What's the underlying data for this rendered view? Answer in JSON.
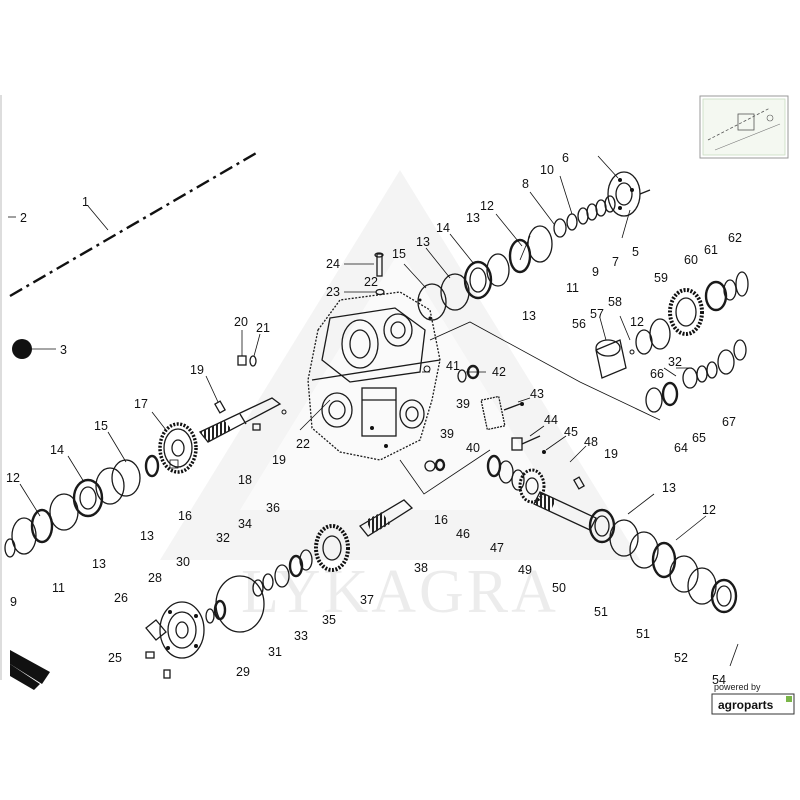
{
  "watermark": {
    "text": "LYKAGRA"
  },
  "badge": {
    "powered_by": "powered by",
    "brand": "agroparts"
  },
  "labels": {
    "l1": "1",
    "l2": "2",
    "l3": "3",
    "l5": "5",
    "l6": "6",
    "l7": "7",
    "l8": "8",
    "l9a": "9",
    "l9b": "9",
    "l10": "10",
    "l11a": "11",
    "l11b": "11",
    "l12a": "12",
    "l12b": "12",
    "l12c": "12",
    "l12d": "12",
    "l13a": "13",
    "l13b": "13",
    "l13c": "13",
    "l13d": "13",
    "l13e": "13",
    "l13f": "13",
    "l14a": "14",
    "l14b": "14",
    "l15a": "15",
    "l15b": "15",
    "l16a": "16",
    "l16b": "16",
    "l17": "17",
    "l18": "18",
    "l19a": "19",
    "l19b": "19",
    "l19c": "19",
    "l20": "20",
    "l21": "21",
    "l22a": "22",
    "l22b": "22",
    "l23": "23",
    "l24": "24",
    "l25": "25",
    "l26": "26",
    "l28": "28",
    "l29": "29",
    "l30": "30",
    "l31": "31",
    "l32a": "32",
    "l32b": "32",
    "l33": "33",
    "l34": "34",
    "l35": "35",
    "l36": "36",
    "l37": "37",
    "l38": "38",
    "l39a": "39",
    "l39b": "39",
    "l40": "40",
    "l41": "41",
    "l42": "42",
    "l43": "43",
    "l44": "44",
    "l45": "45",
    "l46": "46",
    "l47": "47",
    "l48": "48",
    "l49": "49",
    "l50": "50",
    "l51a": "51",
    "l51b": "51",
    "l52": "52",
    "l54": "54",
    "l56": "56",
    "l57": "57",
    "l58": "58",
    "l59": "59",
    "l60": "60",
    "l61": "61",
    "l62": "62",
    "l64": "64",
    "l65": "65",
    "l66": "66",
    "l67": "67"
  }
}
